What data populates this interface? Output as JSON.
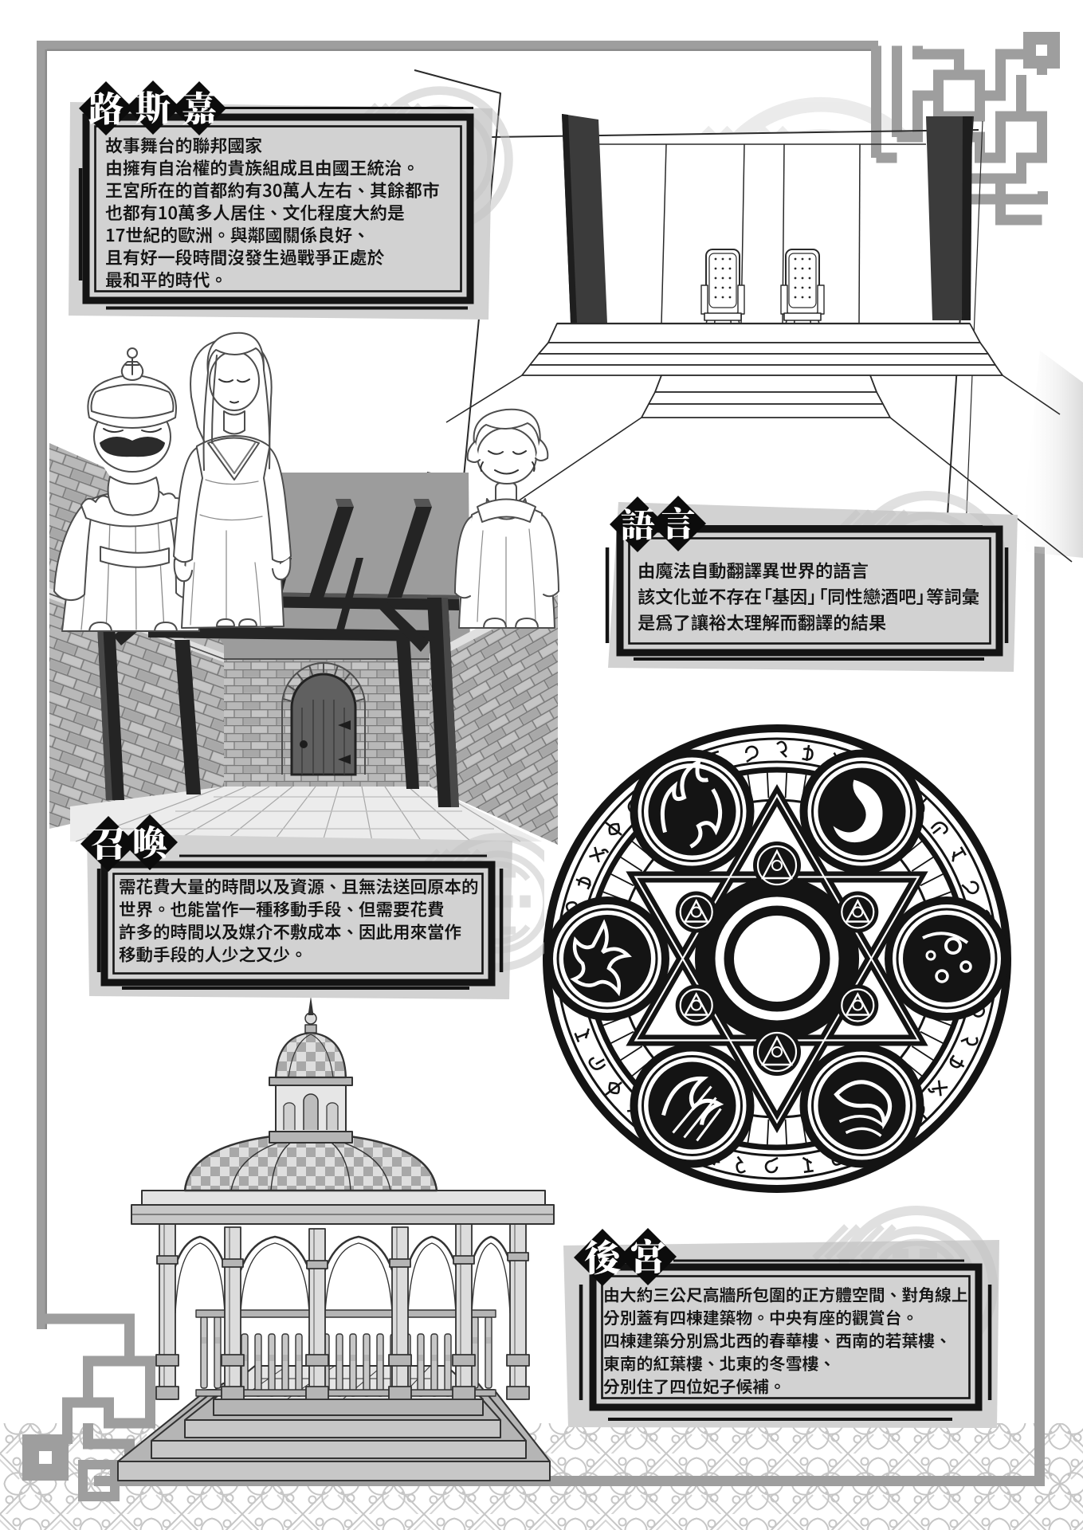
{
  "page": {
    "type": "manga-world-setting-reference-page",
    "language": "zh-Hant",
    "background_color": "#ffffff",
    "frame_color": "#9e9e9e",
    "panel_background_color": "#d2d2d2",
    "ink_color": "#141414"
  },
  "panels": [
    {
      "title": "路斯嘉",
      "body_lines": [
        "故事舞台的聯邦國家",
        "由擁有自治權的貴族組成且由國王統治。",
        "王宮所在的首都約有30萬人左右、其餘都市",
        "也都有10萬多人居住、文化程度大約是",
        "17世紀的歐洲。與鄰國關係良好、",
        "且有好一段時間沒發生過戰爭正處於",
        "最和平的時代。"
      ]
    },
    {
      "title": "語言",
      "body_lines": [
        "由魔法自動翻譯異世界的語言",
        "該文化並不存在「基因」「同性戀酒吧」等詞彙",
        "是爲了讓裕太理解而翻譯的結果"
      ]
    },
    {
      "title": "召喚",
      "body_lines": [
        "需花費大量的時間以及資源、且無法送回原本的",
        "世界。也能當作一種移動手段、但需要花費",
        "許多的時間以及媒介不敷成本、因此用來當作",
        "移動手段的人少之又少。"
      ]
    },
    {
      "title": "後宮",
      "body_lines": [
        "由大約三公尺高牆所包圍的正方體空間、對角線上",
        "分別蓋有四棟建築物。中央有座的觀賞台。",
        "四棟建築分別爲北西的春華樓、西南的若葉樓、",
        "東南的紅葉樓、北東的冬雪樓、",
        "分別住了四位妃子候補。"
      ]
    }
  ]
}
